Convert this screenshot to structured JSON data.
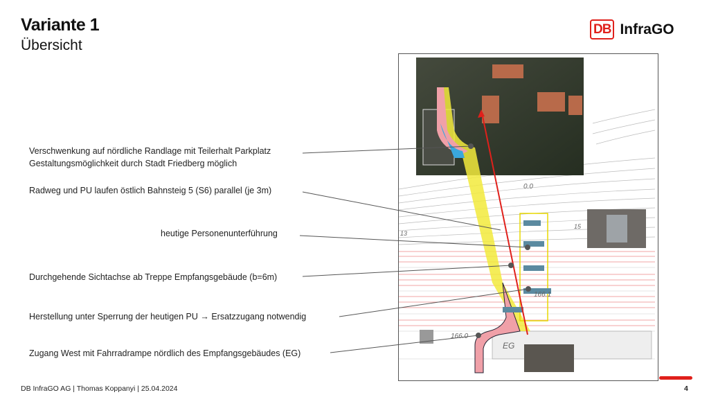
{
  "header": {
    "title": "Variante 1",
    "subtitle": "Übersicht"
  },
  "logo": {
    "mark": "DB",
    "name": "InfraGO"
  },
  "annotations": [
    {
      "lines": [
        "Verschwenkung auf nördliche Randlage mit Teilerhalt Parkplatz",
        "Gestaltungsmöglichkeit durch Stadt Friedberg möglich"
      ]
    },
    {
      "lines": [
        "Radweg und PU laufen östlich Bahnsteig 5 (S6) parallel (je 3m)"
      ]
    },
    {
      "lines": [
        "heutige Personenunterführung"
      ]
    },
    {
      "lines": [
        "Durchgehende Sichtachse ab Treppe Empfangsgebäude (b=6m)"
      ]
    },
    {
      "lines": [
        "Herstellung unter Sperrung der heutigen PU → Ersatzzugang notwendig"
      ]
    },
    {
      "lines": [
        "Zugang West mit Fahrradrampe nördlich des Empfangsgebäudes (EG)"
      ]
    }
  ],
  "plan": {
    "labels": [
      "0.0",
      "166.1",
      "166.0",
      "EG",
      "15",
      "13"
    ]
  },
  "footer": {
    "text": "DB InfraGO AG | Thomas Koppanyi | 25.04.2024",
    "page": "4"
  },
  "colors": {
    "accent": "#e0201b",
    "path_yellow": "#f2ea3c",
    "path_pink": "#f0a0a8",
    "path_blue": "#3aa7dc"
  }
}
